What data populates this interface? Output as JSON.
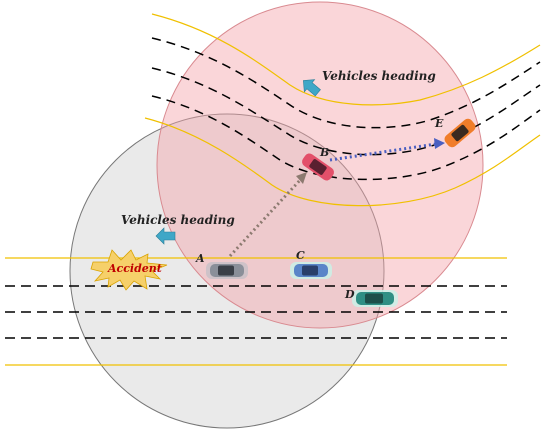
{
  "labels": {
    "heading_top": "Vehicles heading",
    "heading_bottom": "Vehicles heading",
    "accident": "Accident",
    "vehicle_a": "A",
    "vehicle_b": "B",
    "vehicle_c": "C",
    "vehicle_d": "D",
    "vehicle_e": "E"
  },
  "colors": {
    "circle_gray": "#d9d9d9",
    "circle_pink": "#f7b2b7",
    "road_edge": "#f0c000",
    "lane_dash": "#000000",
    "arrow_dotted_gray": "#8c7a70",
    "arrow_dotted_blue": "#4a5fc1",
    "heading_arrow": "#3fa7c7",
    "accident_fill": "#f6d06a",
    "car_a": "#8a8f99",
    "car_b": "#e3506a",
    "car_c": "#5a85c8",
    "car_d": "#2f8f84",
    "car_e": "#f07d2a"
  },
  "icons": [
    "heading-arrow-icon",
    "accident-burst-icon",
    "car-icon"
  ]
}
